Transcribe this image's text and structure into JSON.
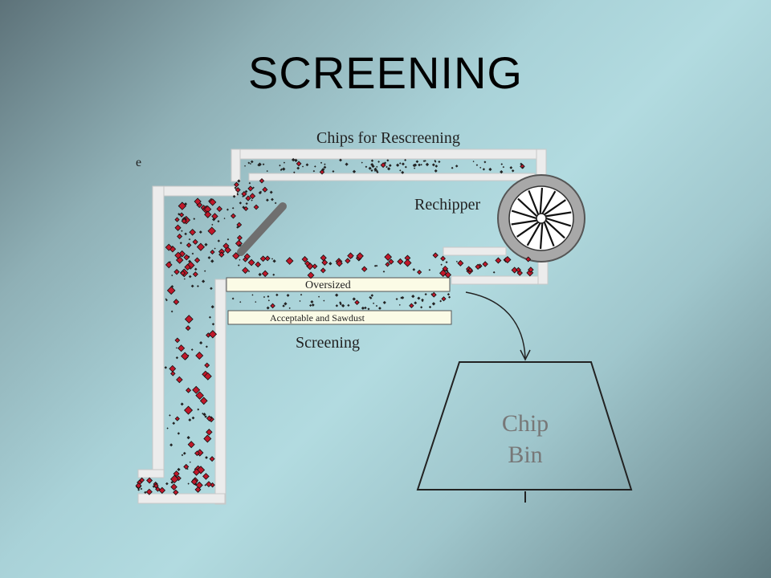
{
  "slide": {
    "title": "SCREENING"
  },
  "diagram": {
    "labels": {
      "chips_for_rescreening": "Chips for Rescreening",
      "rechipper": "Rechipper",
      "oversized": "Oversized",
      "acceptable_and_sawdust": "Acceptable and Sawdust",
      "screening": "Screening",
      "chip_bin_line1": "Chip",
      "chip_bin_line2": "Bin",
      "edge_fragment": "e"
    },
    "colors": {
      "conveyor": "#ececec",
      "chip": "#c0182a",
      "screen_fill": "#fbfbe6",
      "wheel": "#a8a8a8",
      "deflector": "#6f6f6f"
    }
  }
}
